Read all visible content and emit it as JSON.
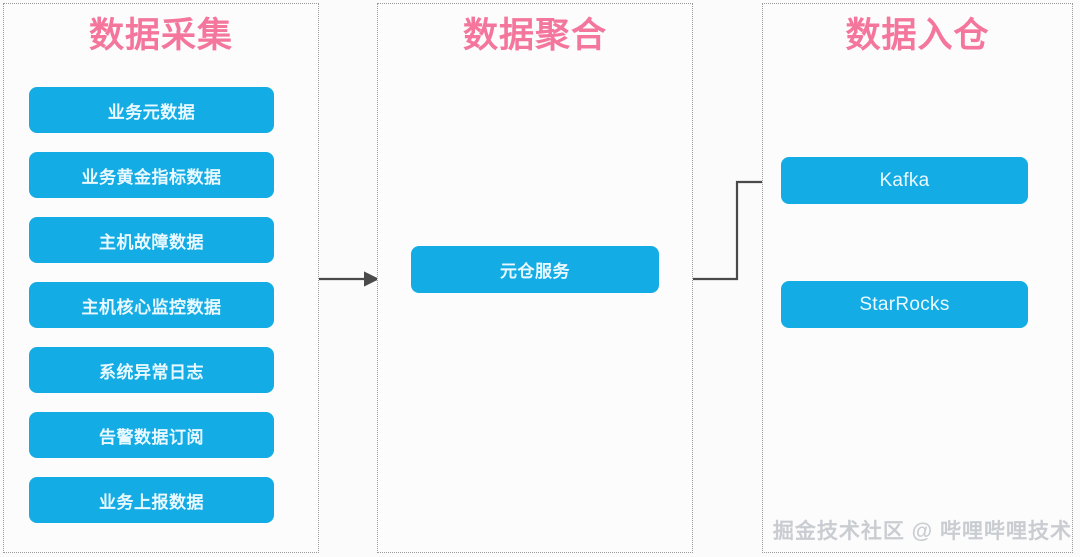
{
  "diagram": {
    "title_color": "#f4769c",
    "node_color": "#14ace4",
    "node_text_color": "#e9f9ff",
    "connector_color": "#4a4a4a",
    "border_color": "#9a9a9a",
    "background_color": "#fbfbfb"
  },
  "groups": {
    "collect": {
      "title": "数据采集",
      "nodes": [
        {
          "label": "业务元数据"
        },
        {
          "label": "业务黄金指标数据"
        },
        {
          "label": "主机故障数据"
        },
        {
          "label": "主机核心监控数据"
        },
        {
          "label": "系统异常日志"
        },
        {
          "label": "告警数据订阅"
        },
        {
          "label": "业务上报数据"
        }
      ]
    },
    "aggregate": {
      "title": "数据聚合",
      "nodes": [
        {
          "label": "元仓服务"
        }
      ]
    },
    "warehouse": {
      "title": "数据入仓",
      "nodes": [
        {
          "label": "Kafka"
        },
        {
          "label": "StarRocks"
        }
      ]
    }
  },
  "connectors": [
    {
      "name": "collect-to-aggregate",
      "from": "数据采集",
      "to": "元仓服务"
    },
    {
      "name": "aggregate-to-kafka",
      "from": "元仓服务",
      "to": "Kafka"
    },
    {
      "name": "kafka-to-starrocks",
      "from": "Kafka",
      "to": "StarRocks"
    }
  ],
  "watermark": {
    "text": "掘金技术社区 @ 哔哩哔哩技术"
  }
}
